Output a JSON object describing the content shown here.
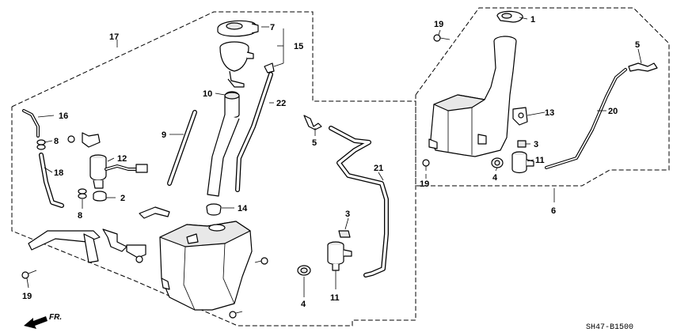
{
  "diagram_code": "SH47-B1500",
  "direction_label": "FR.",
  "callouts": {
    "c1": "1",
    "c2": "2",
    "c3a": "3",
    "c3b": "3",
    "c4a": "4",
    "c4b": "4",
    "c5a": "5",
    "c5b": "5",
    "c6": "6",
    "c7": "7",
    "c8a": "8",
    "c8b": "8",
    "c9": "9",
    "c10": "10",
    "c11a": "11",
    "c11b": "11",
    "c12": "12",
    "c13": "13",
    "c14": "14",
    "c15": "15",
    "c16": "16",
    "c17": "17",
    "c18": "18",
    "c19a": "19",
    "c19b": "19",
    "c19c": "19",
    "c20": "20",
    "c21": "21",
    "c22": "22"
  },
  "colors": {
    "line": "#000000",
    "background": "#ffffff",
    "fill_shade": "#e8e8e8"
  }
}
